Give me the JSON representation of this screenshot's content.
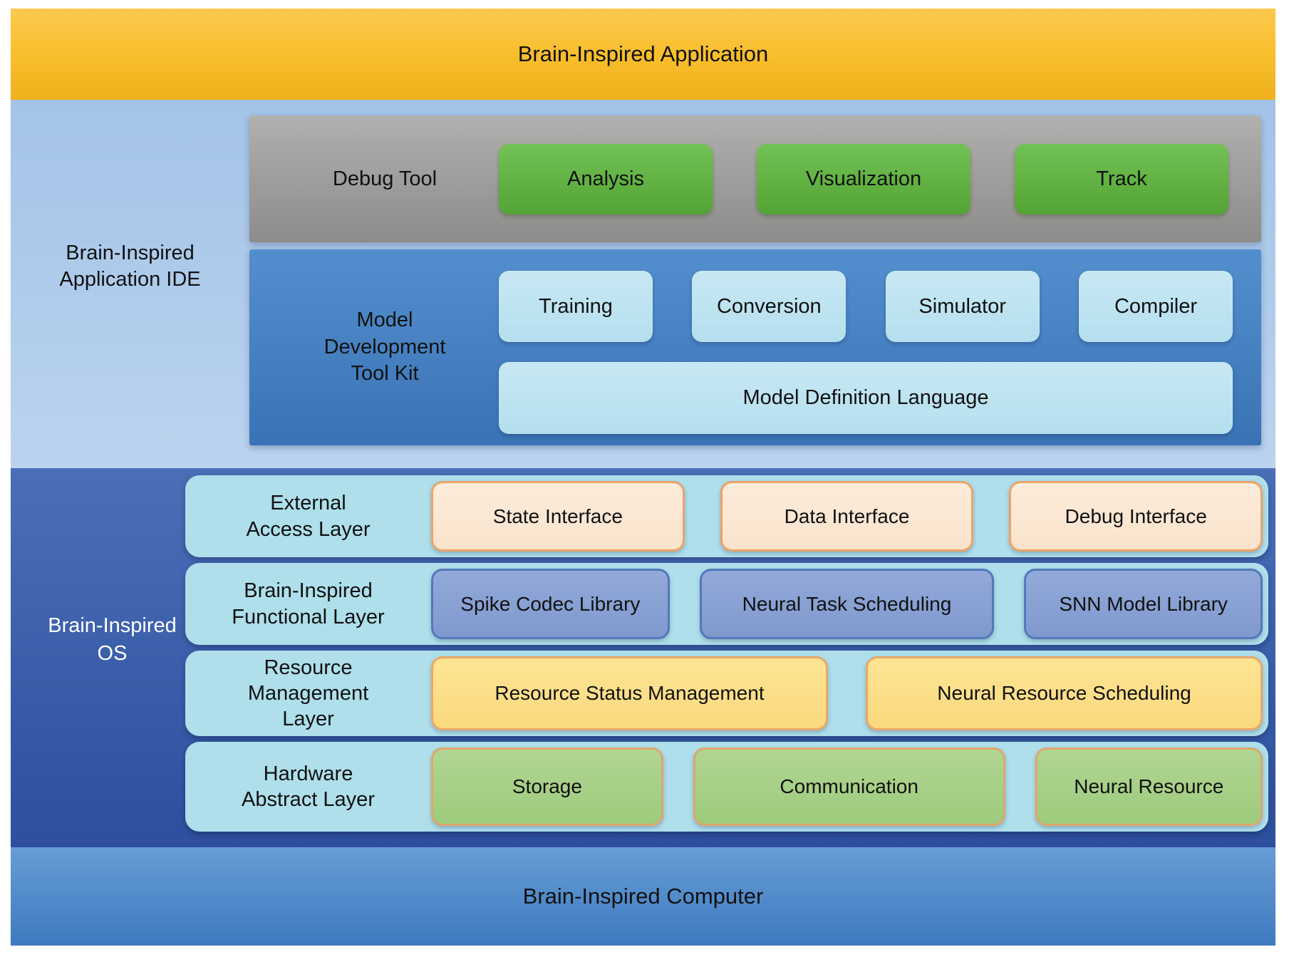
{
  "banners": {
    "application": "Brain-Inspired Application",
    "computer": "Brain-Inspired Computer"
  },
  "ide": {
    "label": "Brain-Inspired\nApplication IDE",
    "debug": {
      "label": "Debug Tool",
      "buttons": [
        "Analysis",
        "Visualization",
        "Track"
      ]
    },
    "toolkit": {
      "label": "Model\nDevelopment\nTool Kit",
      "buttons": [
        "Training",
        "Conversion",
        "Simulator",
        "Compiler"
      ],
      "wide_button": "Model Definition Language"
    }
  },
  "os": {
    "label": "Brain-Inspired\nOS",
    "rows": [
      {
        "label": "External\nAccess Layer",
        "boxes": [
          "State Interface",
          "Data Interface",
          "Debug Interface"
        ]
      },
      {
        "label": "Brain-Inspired\nFunctional Layer",
        "boxes": [
          "Spike Codec Library",
          "Neural Task Scheduling",
          "SNN Model Library"
        ]
      },
      {
        "label": "Resource\nManagement\nLayer",
        "boxes": [
          "Resource Status Management",
          "Neural Resource Scheduling"
        ]
      },
      {
        "label": "Hardware\nAbstract Layer",
        "boxes": [
          "Storage",
          "Communication",
          "Neural Resource"
        ]
      }
    ]
  },
  "palette": {
    "banner_orange_top": "#fcc94e",
    "banner_orange_mid": "#f8bd2a",
    "banner_orange_bottom": "#efb11d",
    "ide_bg_top": "#a3c3e8",
    "ide_bg_bottom": "#bbd3ef",
    "debug_gray_top": "#b2b0ae",
    "debug_gray_bottom": "#8e8c8a",
    "green_btn_top": "#72c155",
    "green_btn_bottom": "#53a434",
    "mdk_blue_top": "#538fce",
    "mdk_blue_bottom": "#3a73b5",
    "cyan_btn_top": "#c8e8f3",
    "cyan_btn_bottom": "#b4dfee",
    "os_bg_top": "#4a6fb7",
    "os_bg_bottom": "#2d4f9d",
    "row_cyan": "#aedfeb",
    "peach_fill_top": "#fcecdb",
    "peach_fill": "#fae3cc",
    "peach_border": "#eba368",
    "peri_fill_top": "#92a9d9",
    "peri_fill": "#8099cd",
    "peri_border": "#5478bc",
    "yellow_fill_top": "#fde494",
    "yellow_fill": "#fbd97e",
    "yellow_border": "#e9a867",
    "green_fill_top": "#b0d592",
    "green_fill": "#9ecb7d",
    "green_border": "#dfa76b",
    "computer_top": "#679dd6",
    "computer_bottom": "#3e7abf",
    "text_dark": "#111111",
    "text_light": "#ffffff"
  }
}
